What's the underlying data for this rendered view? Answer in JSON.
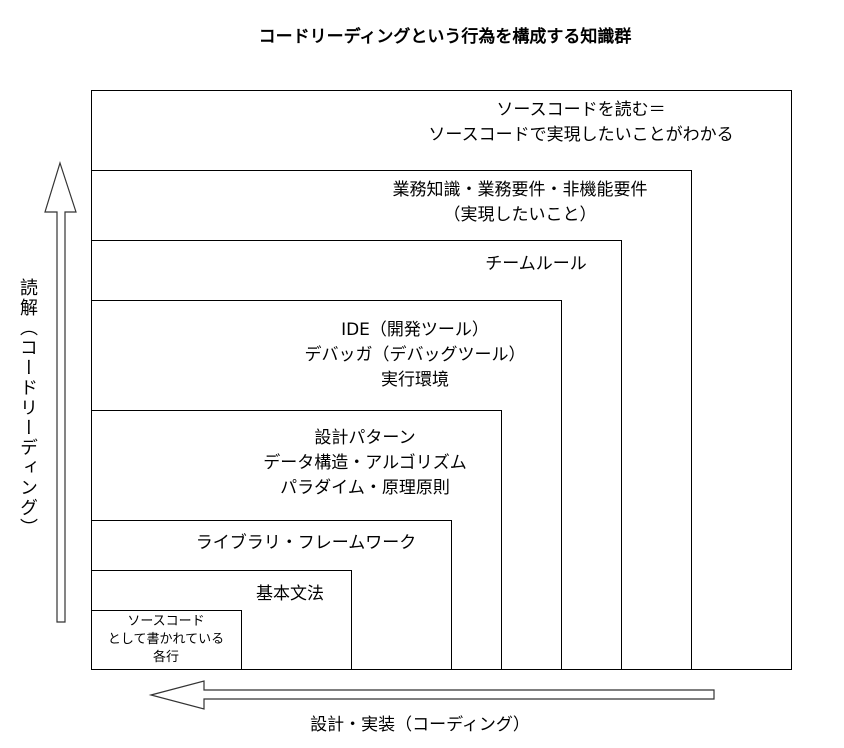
{
  "title": "コードリーディングという行為を構成する知識群",
  "layers": [
    {
      "lines": [
        "ソースコードを読む＝",
        "ソースコードで実現したいことがわかる"
      ]
    },
    {
      "lines": [
        "業務知識・業務要件・非機能要件",
        "（実現したいこと）"
      ]
    },
    {
      "lines": [
        "チームルール"
      ]
    },
    {
      "lines": [
        "IDE（開発ツール）",
        "デバッガ（デバッグツール）",
        "実行環境"
      ]
    },
    {
      "lines": [
        "設計パターン",
        "データ構造・アルゴリズム",
        "パラダイム・原理原則"
      ]
    },
    {
      "lines": [
        "ライブラリ・フレームワーク"
      ]
    },
    {
      "lines": [
        "基本文法"
      ]
    },
    {
      "lines": [
        "ソースコード",
        "として書かれている",
        "各行"
      ]
    }
  ],
  "axis_vertical_label": "読解（コードリーディング）",
  "axis_horizontal_label": "設計・実装（コーディング）"
}
